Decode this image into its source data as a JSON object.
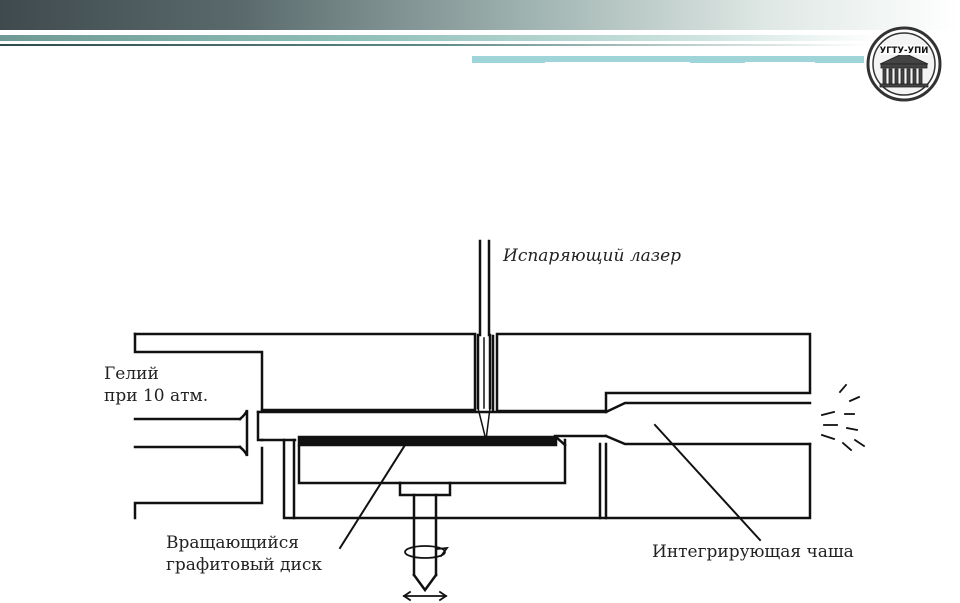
{
  "logo": {
    "text": "УГТУ-УПИ",
    "icon": "university-building-icon"
  },
  "labels": {
    "laser": "Испаряющий лазер",
    "helium_line1": "Гелий",
    "helium_line2": "при 10 атм.",
    "disk_line1": "Вращающийся",
    "disk_line2": "графитовый диск",
    "chamber": "Интегрирующая чаша"
  },
  "colors": {
    "header_dark": "#3f4a4e",
    "header_accent": "#9fd4d8",
    "line": "#111111"
  }
}
